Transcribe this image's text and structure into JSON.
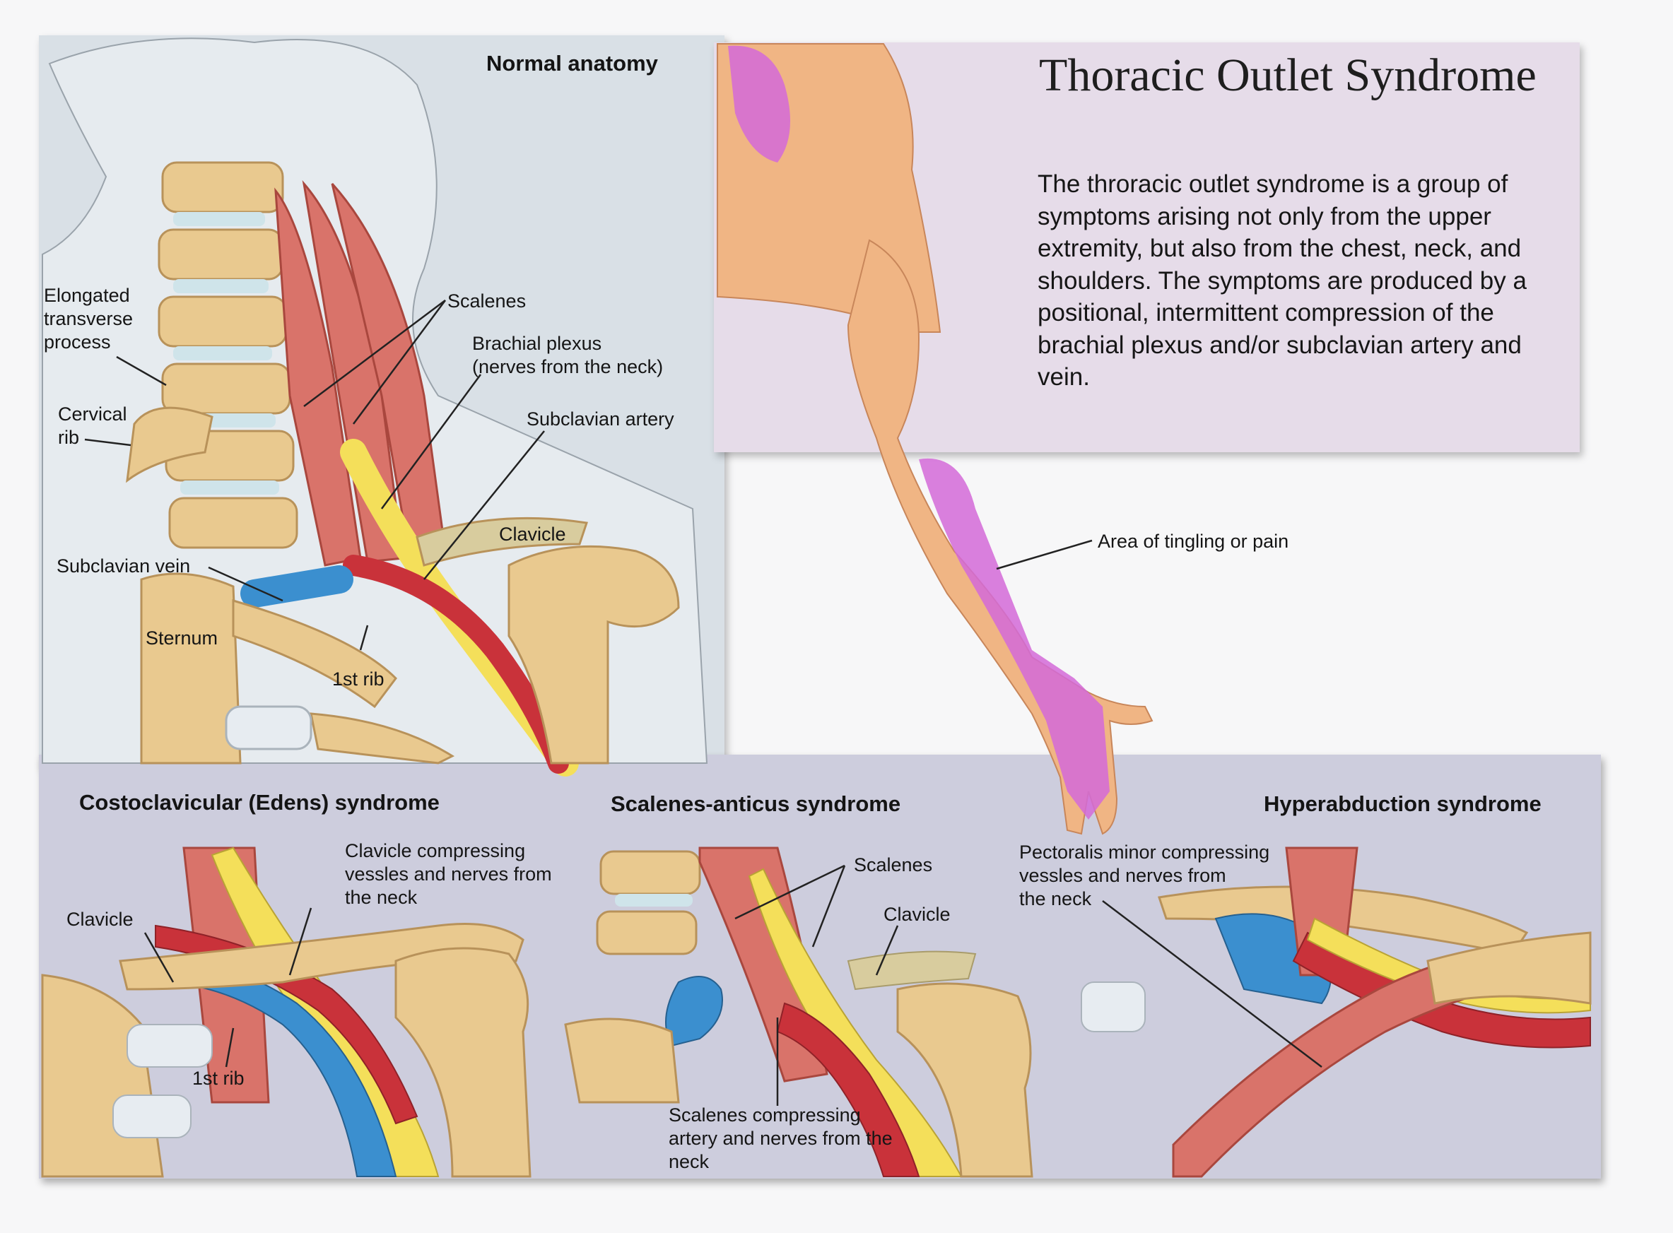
{
  "title": "Thoracic Outlet Syndrome",
  "description": "The throracic outlet syndrome is a group of symptoms arising not only from the upper extremity, but also from the chest, neck, and shoulders. The symptoms are produced by a positional, intermittent compression of the brachial plexus and/or subclavian artery and vein.",
  "normal_anatomy": {
    "heading": "Normal anatomy",
    "labels": {
      "elongated_transverse_process": "Elongated\ntransverse\nprocess",
      "cervical_rib": "Cervical\nrib",
      "scalenes": "Scalenes",
      "brachial_plexus": "Brachial plexus\n(nerves from the neck)",
      "subclavian_artery": "Subclavian artery",
      "clavicle": "Clavicle",
      "subclavian_vein": "Subclavian vein",
      "sternum": "Sternum",
      "first_rib": "1st rib"
    }
  },
  "arm": {
    "label": "Area of tingling or pain"
  },
  "costoclavicular": {
    "heading": "Costoclavicular (Edens) syndrome",
    "labels": {
      "clavicle_compressing": "Clavicle compressing\nvessles and nerves from\nthe neck",
      "clavicle": "Clavicle",
      "first_rib": "1st rib"
    }
  },
  "scalenes_anticus": {
    "heading": "Scalenes-anticus syndrome",
    "labels": {
      "scalenes": "Scalenes",
      "clavicle": "Clavicle",
      "scalenes_compressing": "Scalenes compressing\nartery and nerves from the\nneck"
    }
  },
  "hyperabduction": {
    "heading": "Hyperabduction syndrome",
    "labels": {
      "pectoralis_compressing": "Pectoralis minor compressing\nvessles and nerves from\nthe neck"
    }
  },
  "colors": {
    "bone": "#e9c98f",
    "muscle": "#d9736a",
    "nerve": "#f4df5a",
    "artery": "#c9323a",
    "vein": "#3b8fcf",
    "skin": "#f0b584",
    "pain": "#d46ad8"
  }
}
